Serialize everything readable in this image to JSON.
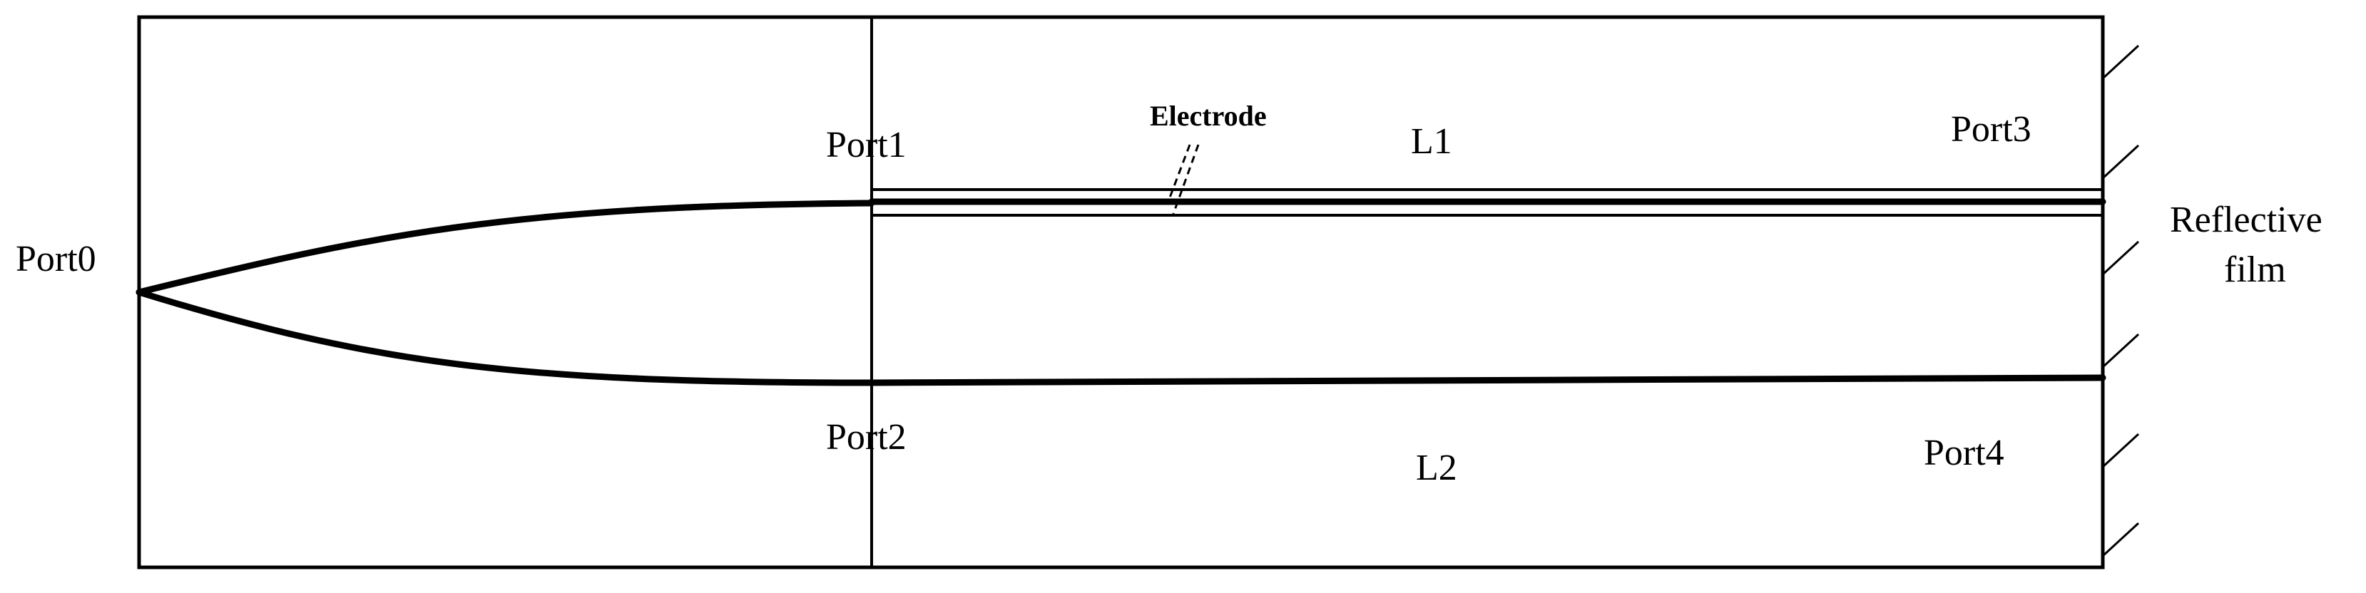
{
  "labels": {
    "port0": "Port0",
    "port1": "Port1",
    "port2": "Port2",
    "port3": "Port3",
    "port4": "Port4",
    "l1": "L1",
    "l2": "L2",
    "electrode": "Electrode",
    "reflective_line1": "Reflective",
    "reflective_line2": "film"
  },
  "colors": {
    "stroke": "#000000",
    "background": "#ffffff"
  }
}
